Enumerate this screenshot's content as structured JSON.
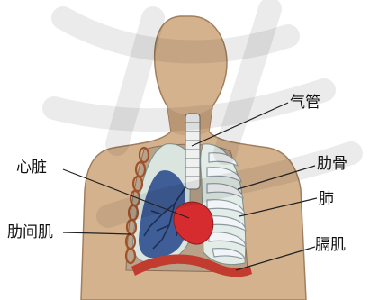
{
  "labels": {
    "trachea": "气管",
    "heart": "心脏",
    "ribs": "肋骨",
    "lung": "肺",
    "intercostal": "肋间肌",
    "diaphragm": "膈肌"
  },
  "watermark": {
    "text": "",
    "color": "#000000"
  },
  "colors": {
    "skin": "#d5b28e",
    "skin_outline": "#a17e5d",
    "lung_left": "#dbe5df",
    "lung_right": "#e3ece7",
    "lung_blue": "#3f5d96",
    "heart": "#d62c2f",
    "diaphragm": "#c23b2f",
    "rib": "#f2f5f7",
    "muscle": "#a0522d",
    "leader": "#222222"
  }
}
